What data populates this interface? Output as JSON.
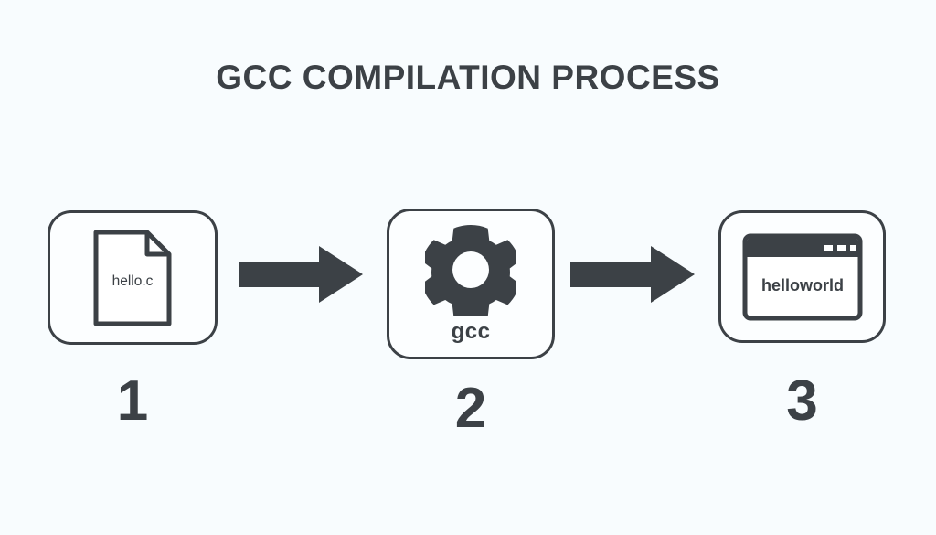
{
  "page": {
    "title": "GCC COMPILATION PROCESS",
    "background_color": "#f8fcfe",
    "ink_color": "#3c4146"
  },
  "steps": [
    {
      "number": "1",
      "icon": "document-file-icon",
      "icon_label": "hello.c",
      "caption": ""
    },
    {
      "number": "2",
      "icon": "gear-cog-icon",
      "icon_label": "",
      "caption": "gcc"
    },
    {
      "number": "3",
      "icon": "application-window-icon",
      "icon_label": "helloworld",
      "caption": ""
    }
  ],
  "arrows": [
    {
      "name": "arrow-step1-to-step2",
      "direction": "right"
    },
    {
      "name": "arrow-step2-to-step3",
      "direction": "right"
    }
  ]
}
